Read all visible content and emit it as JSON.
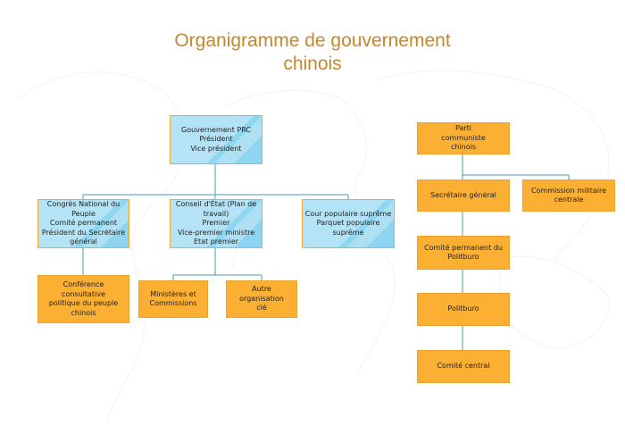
{
  "title": [
    "Organigramme de gouvernement",
    "chinois"
  ],
  "colors": {
    "title": "#c8852a",
    "blue_box": "#b3e3f5",
    "orange_box": "#fbb034",
    "connector": "#4a9bb0"
  },
  "government": {
    "root": [
      "Gouvernement PRC",
      "Président",
      "Vice président"
    ],
    "congress": [
      "Congrès National du Peuple",
      "Comité permanent",
      "Président du Secrétaire général"
    ],
    "council": [
      "Conseil d'État (Plan de travail)",
      "Premier",
      "Vice-premier ministre",
      "Etat premier"
    ],
    "court": [
      "Cour populaire suprême",
      "Parquet populaire suprême"
    ],
    "cppcc": [
      "Conférence consultative politique du peuple chinois"
    ],
    "ministries": [
      "Ministères et Commissions"
    ],
    "other": [
      "Autre organisation clé"
    ]
  },
  "party": {
    "root": [
      "Parti communiste chinois"
    ],
    "secretary": [
      "Secrétaire général"
    ],
    "military": [
      "Commission militaire centrale"
    ],
    "standing": [
      "Comité permanent du Politburo"
    ],
    "politburo": [
      "Politburo"
    ],
    "central": [
      "Comité central"
    ]
  }
}
